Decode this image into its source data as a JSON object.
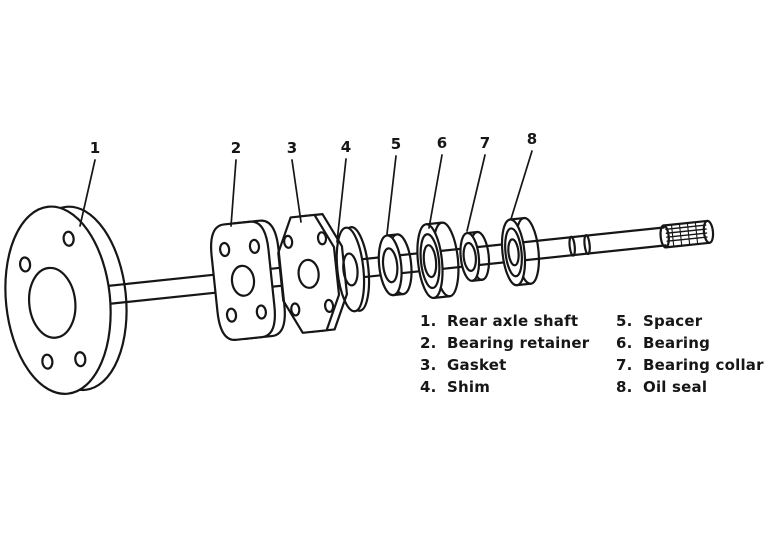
{
  "diagram": {
    "callouts": [
      "1",
      "2",
      "3",
      "4",
      "5",
      "6",
      "7",
      "8"
    ]
  },
  "legend": {
    "columns": [
      {
        "items": [
          {
            "num": "1.",
            "label": "Rear axle shaft"
          },
          {
            "num": "2.",
            "label": "Bearing retainer"
          },
          {
            "num": "3.",
            "label": "Gasket"
          },
          {
            "num": "4.",
            "label": "Shim"
          }
        ]
      },
      {
        "items": [
          {
            "num": "5.",
            "label": "Spacer"
          },
          {
            "num": "6.",
            "label": "Bearing"
          },
          {
            "num": "7.",
            "label": "Bearing collar"
          },
          {
            "num": "8.",
            "label": "Oil seal"
          }
        ]
      }
    ]
  },
  "colors": {
    "ink": "#161616",
    "background": "#ffffff"
  }
}
